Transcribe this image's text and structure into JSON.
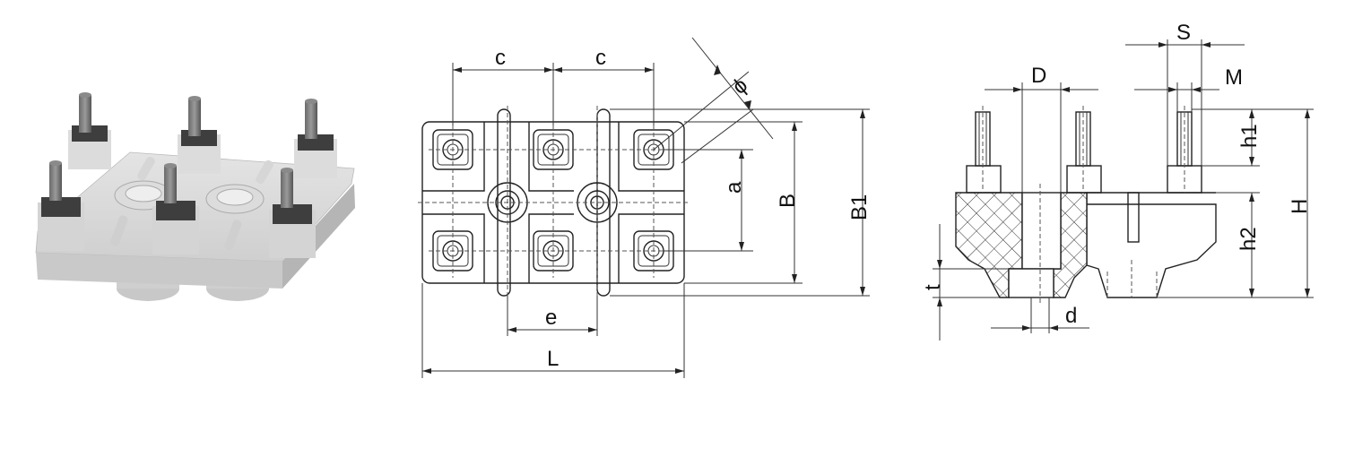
{
  "figure": {
    "views": [
      "isometric-rendering",
      "top-view",
      "side-view"
    ],
    "dimension_labels": {
      "c_left": "c",
      "c_right": "c",
      "phi": "ϕ",
      "a": "a",
      "B": "B",
      "B1": "B1",
      "e": "e",
      "L": "L",
      "D": "D",
      "S": "S",
      "M": "M",
      "h1": "h1",
      "H": "H",
      "h2": "h2",
      "t": "t",
      "d": "d"
    }
  },
  "colors": {
    "body_light": "#d9d9d9",
    "body_mid": "#c4c4c4",
    "body_dark": "#a9a9a9",
    "stud_dark": "#4a4a4a",
    "line": "#222222"
  }
}
